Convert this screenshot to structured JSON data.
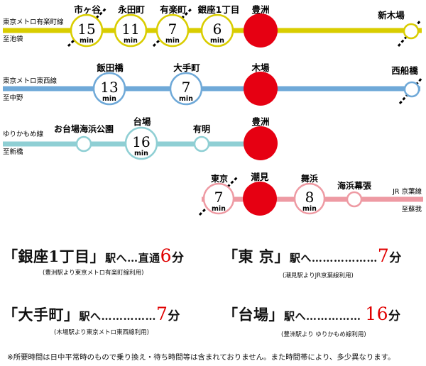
{
  "lines": [
    {
      "name": "東京メトロ有楽町線",
      "dir": "至池袋",
      "color": "#d9cd00",
      "stations": [
        {
          "name": "市ヶ谷",
          "min": "15",
          "unit": "min"
        },
        {
          "name": "永田町",
          "min": "11",
          "unit": "min"
        },
        {
          "name": "有楽町",
          "min": "7",
          "unit": "min"
        },
        {
          "name": "銀座1丁目",
          "min": "6",
          "unit": "min"
        },
        {
          "name": "豊洲"
        },
        {
          "name": "新木場"
        }
      ]
    },
    {
      "name": "東京メトロ東西線",
      "dir": "至中野",
      "color": "#6fa9d8",
      "stations": [
        {
          "name": "飯田橋",
          "min": "13",
          "unit": "min"
        },
        {
          "name": "大手町",
          "min": "7",
          "unit": "min"
        },
        {
          "name": "木場"
        },
        {
          "name": "西船橋"
        }
      ]
    },
    {
      "name": "ゆりかもめ線",
      "dir": "至新橋",
      "color": "#8fcfd4",
      "stations": [
        {
          "name": "お台場海浜公園"
        },
        {
          "name": "台場",
          "min": "16",
          "unit": "min"
        },
        {
          "name": "有明"
        },
        {
          "name": "豊洲"
        }
      ]
    },
    {
      "name": "JR 京葉線",
      "dir": "至蘇我",
      "color": "#ee9aa3",
      "stations": [
        {
          "name": "東京",
          "min": "7",
          "unit": "min"
        },
        {
          "name": "潮見"
        },
        {
          "name": "舞浜",
          "min": "8",
          "unit": "min"
        },
        {
          "name": "海浜幕張"
        }
      ]
    }
  ],
  "summaries": [
    {
      "open": "「",
      "station": "銀座1丁目",
      "close": "」",
      "tail": "駅へ…直通",
      "time": "6",
      "unit": "分",
      "note": "(豊洲駅より東京メトロ有楽町線利用)"
    },
    {
      "open": "「",
      "station": "東 京",
      "close": "」",
      "tail": "駅へ………………",
      "time": "7",
      "unit": "分",
      "note": "(潮見駅よりJR京葉線利用)"
    },
    {
      "open": "「",
      "station": "大手町",
      "close": "」",
      "tail": "駅へ……………",
      "time": "7",
      "unit": "分",
      "note": "(木場駅より東京メトロ東西線利用)"
    },
    {
      "open": "「",
      "station": "台場",
      "close": "」",
      "tail": "駅へ…………… ",
      "time": "16",
      "unit": "分",
      "note": "(豊洲駅より ゆりかもめ線利用)"
    }
  ],
  "footnote": "※所要時間は日中平常時のもので乗り換え・待ち時間等は含まれておりません。また時間帯により、多少異なります。",
  "colors": {
    "highlight": "#e60012",
    "time_red": "#e00000"
  }
}
